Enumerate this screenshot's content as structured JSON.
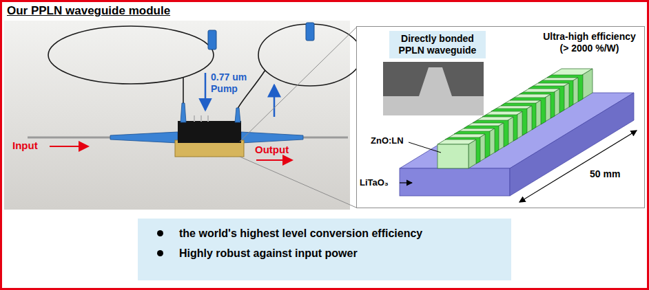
{
  "diagram": {
    "title": "Our PPLN waveguide module",
    "nodes": [
      {
        "text": [
          "Directly bonded PPLN waveguide"
        ]
      },
      {
        "text": [
          "the world's highest level conversion efficiency",
          "Highly robust against input power"
        ]
      }
    ],
    "labels": [
      "0.77 um Pump",
      "Input",
      "Output",
      "Ultra-high efficiency (> 2000 %/W)",
      "ZnO:LN",
      "LiTaO₃",
      "50 mm"
    ]
  }
}
